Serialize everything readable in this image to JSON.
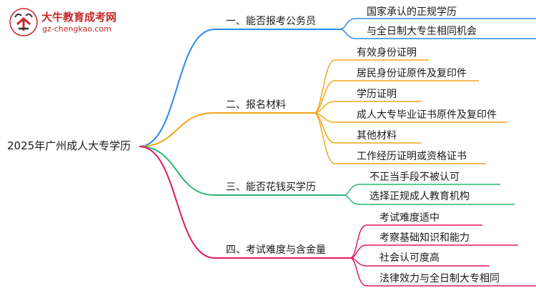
{
  "brand": {
    "name": "大牛教育成考网",
    "url": "gz-chengkao.com",
    "primary_color": "#c62828"
  },
  "mindmap": {
    "root": "2025年广州成人大专学历",
    "branches": [
      {
        "label": "一、能否报考公务员",
        "color": "#2b8ae6",
        "children": [
          "国家承认的正规学历",
          "与全日制大专生相同机会"
        ]
      },
      {
        "label": "二、报名材料",
        "color": "#f2a71b",
        "children": [
          "有效身份证明",
          "居民身份证原件及复印件",
          "学历证明",
          "成人大专毕业证书原件及复印件",
          "其他材料",
          "工作经历证明或资格证书"
        ]
      },
      {
        "label": "三、能否花钱买学历",
        "color": "#2db472",
        "children": [
          "不正当手段不被认可",
          "选择正规成人教育机构"
        ]
      },
      {
        "label": "四、考试难度与含金量",
        "color": "#e0195f",
        "children": [
          "考试难度适中",
          "考察基础知识和能力",
          "社会认可度高",
          "法律效力与全日制大专相同"
        ]
      }
    ]
  }
}
